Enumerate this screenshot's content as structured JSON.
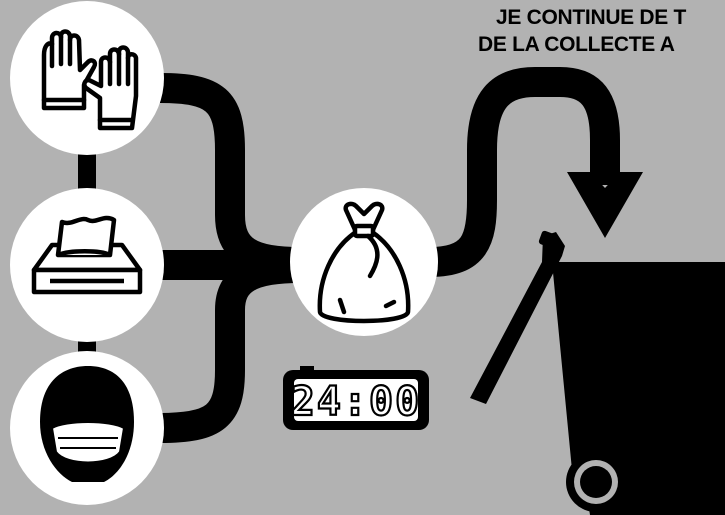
{
  "headline": {
    "line1": "JE CONTINUE DE T",
    "line2": "DE LA COLLECTE A"
  },
  "timer": {
    "display": "24:00"
  },
  "icons": [
    "gloves-icon",
    "tissue-box-icon",
    "face-mask-icon",
    "garbage-bag-icon",
    "digital-clock-icon",
    "wheelie-bin-icon"
  ],
  "colors": {
    "background": "#b2b2b2",
    "lines": "#000000",
    "circles": "#ffffff"
  }
}
